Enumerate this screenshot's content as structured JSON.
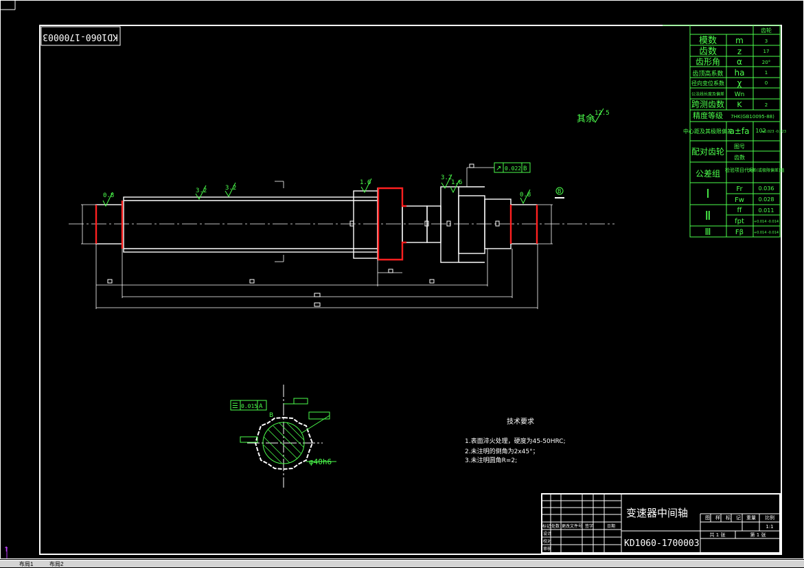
{
  "drawing": {
    "stamp_number": "KD1060-1700003",
    "roughness_rest": "其余",
    "roughness_rest_value": "12.5",
    "roughness_values": [
      "0.8",
      "3.2",
      "3.2",
      "1.6",
      "3.2",
      "1.6",
      "0.8"
    ],
    "datum_label": "B",
    "tolerance_frame": {
      "symbol": "↗",
      "value": "0.022",
      "datum": "B"
    },
    "section_tolerance": {
      "symbol": "☰",
      "value": "0.015",
      "datum": "A"
    },
    "section_diameter": "φ40h6",
    "section_label": "B",
    "tech_req": {
      "title": "技术要求",
      "items": [
        "1.表面淬火处理，硬度为45-50HRC;",
        "2.未注明的倒角为2x45°；",
        "3.未注明圆角R=2;"
      ]
    }
  },
  "gear_table": {
    "header": "齿轮",
    "rows": [
      {
        "name": "模数",
        "symbol": "m",
        "value": "3"
      },
      {
        "name": "齿数",
        "symbol": "z",
        "value": "17"
      },
      {
        "name": "齿形角",
        "symbol": "α",
        "value": "20°"
      },
      {
        "name": "齿顶高系数",
        "symbol": "ha",
        "value": "1"
      },
      {
        "name": "径向变位系数",
        "symbol": "χ",
        "value": "0"
      },
      {
        "name": "公法线长度及偏差",
        "symbol": "Wn",
        "value": ""
      },
      {
        "name": "跨测齿数",
        "symbol": "K",
        "value": "2"
      },
      {
        "name": "精度等级",
        "symbol": "",
        "value": "7HK(GB10095-88)"
      }
    ],
    "center_distance_label": "中心距及其极限偏差",
    "center_distance_symbol": "a±fa",
    "center_distance_value": "102",
    "center_distance_dev": "+0.023 -0.023",
    "mate_label": "配对齿轮",
    "mate_fields": [
      "图号",
      "齿数"
    ],
    "tol_group_label": "公差组",
    "tol_header": [
      "检验项目代号",
      "公差(或极限偏差)值"
    ],
    "groups": [
      {
        "roman": "Ⅰ",
        "items": [
          {
            "symbol": "Fr",
            "value": "0.036"
          },
          {
            "symbol": "Fw",
            "value": "0.028"
          }
        ]
      },
      {
        "roman": "Ⅱ",
        "items": [
          {
            "symbol": "ff",
            "value": "0.011"
          },
          {
            "symbol": "fpt",
            "value": "+0.014 -0.014"
          }
        ]
      },
      {
        "roman": "Ⅲ",
        "items": [
          {
            "symbol": "Fβ",
            "value": "+0.014 -0.014"
          }
        ]
      }
    ]
  },
  "title_block": {
    "part_name": "变速器中间轴",
    "drawing_number": "KD1060-1700003",
    "scale_label": "比例",
    "scale": "1:1",
    "weight_label": "重量",
    "sheets_total": "共 1 张",
    "sheet_no": "第 1 张",
    "sign_row": [
      "标记",
      "处数",
      "更改文件号",
      "签字",
      "日期"
    ],
    "roles": [
      "设计",
      "校对",
      "审核"
    ],
    "stage_labels": [
      "图",
      "样",
      "标",
      "记"
    ]
  },
  "statusbar": {
    "tab1": "布局1",
    "tab2": "布局2",
    "arrow": "↑"
  }
}
